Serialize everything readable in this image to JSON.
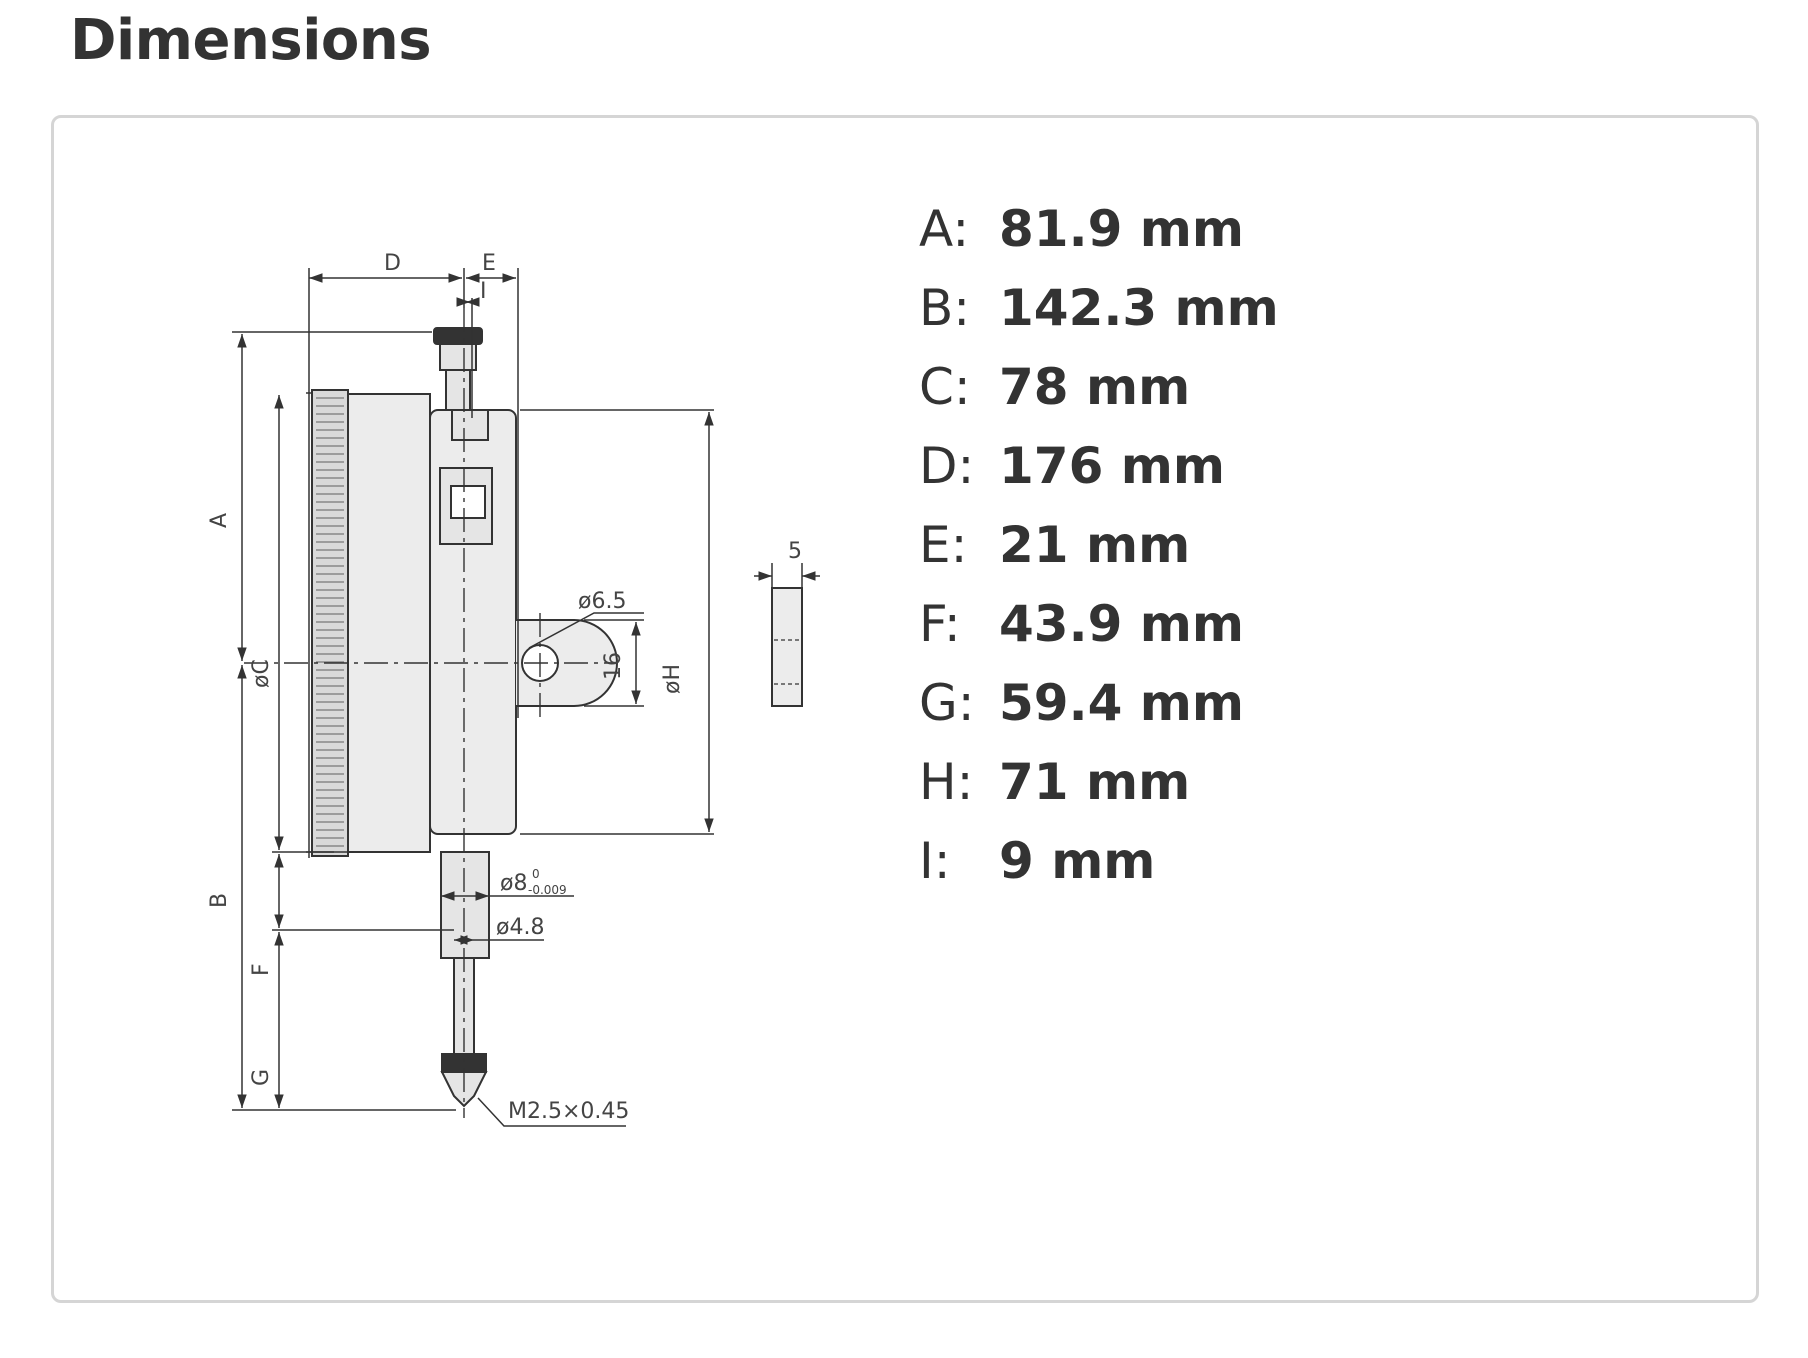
{
  "page": {
    "title": "Dimensions"
  },
  "specs": [
    {
      "key": "A:",
      "value": "81.9 mm"
    },
    {
      "key": "B:",
      "value": "142.3 mm"
    },
    {
      "key": "C:",
      "value": "78 mm"
    },
    {
      "key": "D:",
      "value": "176 mm"
    },
    {
      "key": "E:",
      "value": "21 mm"
    },
    {
      "key": "F:",
      "value": "43.9 mm"
    },
    {
      "key": "G:",
      "value": "59.4 mm"
    },
    {
      "key": "H:",
      "value": "71 mm"
    },
    {
      "key": "I:",
      "value": "9 mm"
    }
  ],
  "drawing_labels": {
    "d": "D",
    "e": "E",
    "i": "I",
    "a": "A",
    "b": "B",
    "c": "øC",
    "h": "øH",
    "f": "F",
    "g": "G",
    "hole": "ø6.5",
    "lug": "16",
    "thickness": "5",
    "stem_main": "ø8",
    "stem_tol_upper": "0",
    "stem_tol_lower": "-0.009",
    "stem_small": "ø4.8",
    "thread": "M2.5×0.45"
  }
}
